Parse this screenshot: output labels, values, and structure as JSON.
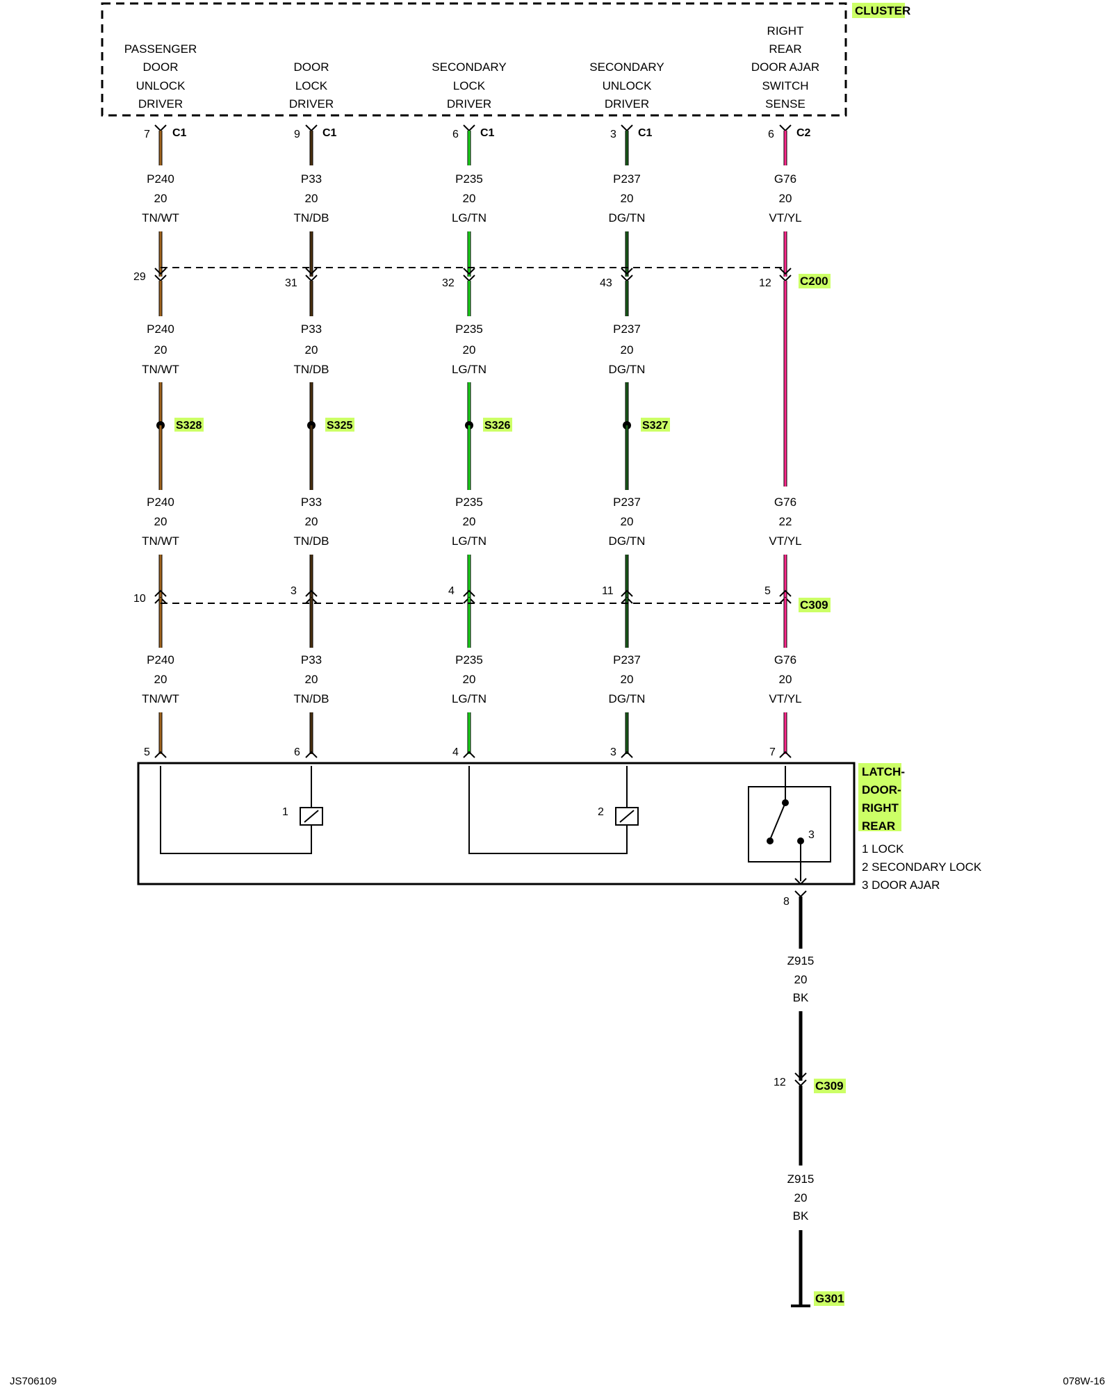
{
  "module": {
    "name": "CLUSTER",
    "drivers": [
      [
        "PASSENGER",
        "DOOR",
        "UNLOCK",
        "DRIVER"
      ],
      [
        "DOOR",
        "LOCK",
        "DRIVER"
      ],
      [
        "SECONDARY",
        "LOCK",
        "DRIVER"
      ],
      [
        "SECONDARY",
        "UNLOCK",
        "DRIVER"
      ],
      [
        "RIGHT",
        "REAR",
        "DOOR AJAR",
        "SWITCH",
        "SENSE"
      ]
    ]
  },
  "circuits": [
    {
      "color_hex": "#a0641e",
      "cluster_pin": "7",
      "cluster_conn": "C1",
      "seg1": [
        "P240",
        "20",
        "TN/WT"
      ],
      "c200_pin": "29",
      "seg2": [
        "P240",
        "20",
        "TN/WT"
      ],
      "splice": "S328",
      "seg3": [
        "P240",
        "20",
        "TN/WT"
      ],
      "c309_pin": "10",
      "seg4": [
        "P240",
        "20",
        "TN/WT"
      ],
      "latch_pin": "5"
    },
    {
      "color_hex": "#4a3010",
      "cluster_pin": "9",
      "cluster_conn": "C1",
      "seg1": [
        "P33",
        "20",
        "TN/DB"
      ],
      "c200_pin": "31",
      "seg2": [
        "P33",
        "20",
        "TN/DB"
      ],
      "splice": "S325",
      "seg3": [
        "P33",
        "20",
        "TN/DB"
      ],
      "c309_pin": "3",
      "seg4": [
        "P33",
        "20",
        "TN/DB"
      ],
      "latch_pin": "6"
    },
    {
      "color_hex": "#1ed81e",
      "cluster_pin": "6",
      "cluster_conn": "C1",
      "seg1": [
        "P235",
        "20",
        "LG/TN"
      ],
      "c200_pin": "32",
      "seg2": [
        "P235",
        "20",
        "LG/TN"
      ],
      "splice": "S326",
      "seg3": [
        "P235",
        "20",
        "LG/TN"
      ],
      "c309_pin": "4",
      "seg4": [
        "P235",
        "20",
        "LG/TN"
      ],
      "latch_pin": "4"
    },
    {
      "color_hex": "#1a5a1a",
      "cluster_pin": "3",
      "cluster_conn": "C1",
      "seg1": [
        "P237",
        "20",
        "DG/TN"
      ],
      "c200_pin": "43",
      "seg2": [
        "P237",
        "20",
        "DG/TN"
      ],
      "splice": "S327",
      "seg3": [
        "P237",
        "20",
        "DG/TN"
      ],
      "c309_pin": "11",
      "seg4": [
        "P237",
        "20",
        "DG/TN"
      ],
      "latch_pin": "3"
    },
    {
      "color_hex": "#ff2a8c",
      "cluster_pin": "6",
      "cluster_conn": "C2",
      "seg1": [
        "G76",
        "20",
        "VT/YL"
      ],
      "c200_pin": "12",
      "seg3": [
        "G76",
        "22",
        "VT/YL"
      ],
      "c309_pin": "5",
      "seg4": [
        "G76",
        "20",
        "VT/YL"
      ],
      "latch_pin": "7"
    }
  ],
  "connectors": {
    "c200": "C200",
    "c309": "C309"
  },
  "latch": {
    "title": [
      "LATCH-",
      "DOOR-",
      "RIGHT",
      "REAR"
    ],
    "legend": [
      "1 LOCK",
      "2 SECONDARY LOCK",
      "3 DOOR AJAR"
    ],
    "coil1": "1",
    "coil2": "2",
    "switch_pin": "3",
    "ground_pin": "8"
  },
  "ground_circuit": {
    "seg_a": [
      "Z915",
      "20",
      "BK"
    ],
    "c309_pin": "12",
    "c309": "C309",
    "seg_b": [
      "Z915",
      "20",
      "BK"
    ],
    "ground": "G301"
  },
  "footer": {
    "left": "JS706109",
    "right": "078W-16"
  },
  "colors": {
    "highlight": "#ccff66",
    "wire_bk": "#000000"
  }
}
